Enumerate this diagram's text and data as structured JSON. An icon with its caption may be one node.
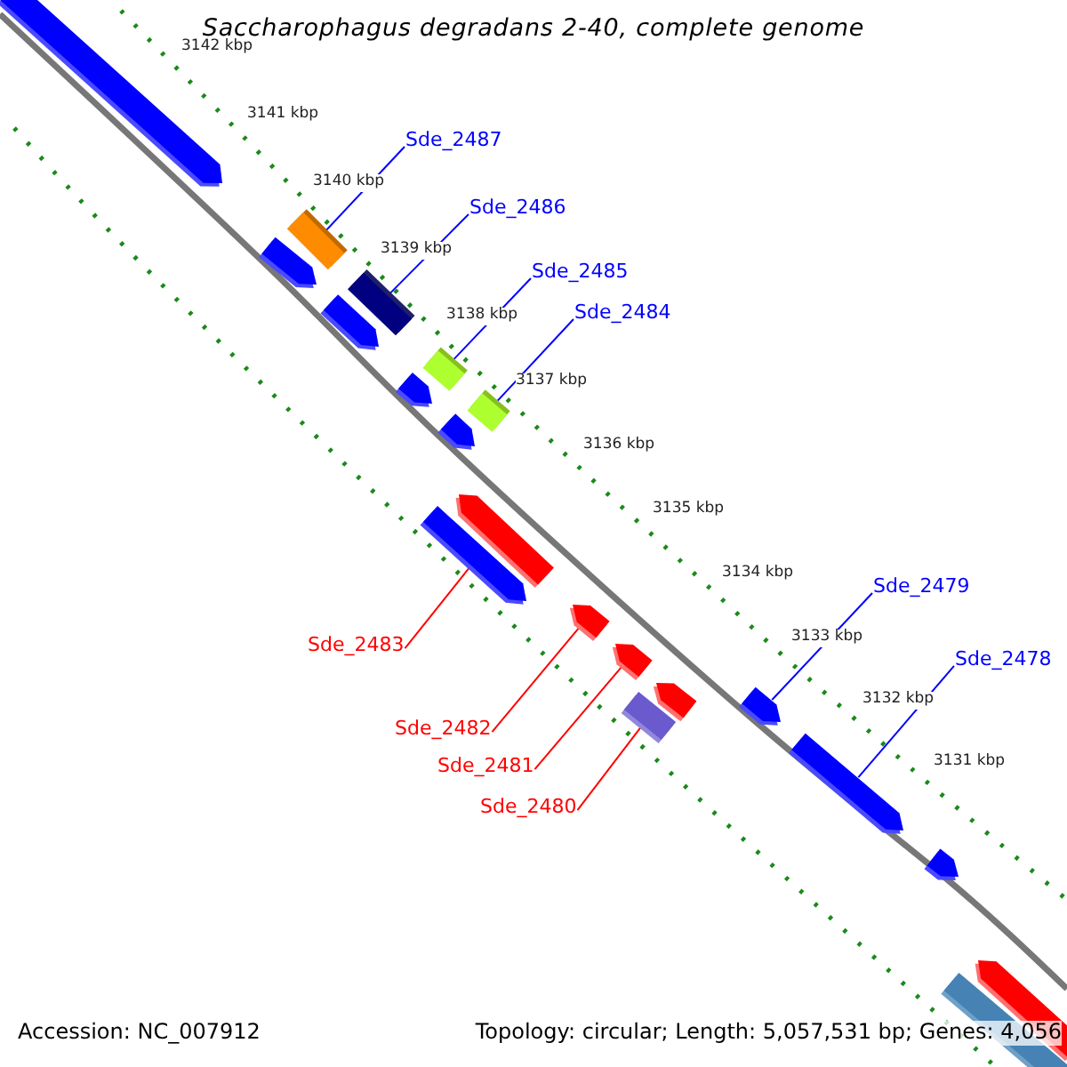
{
  "diagram": {
    "title": "Saccharophagus degradans 2-40, complete genome",
    "nodes": [
      {
        "text": [
          "Sde_2487"
        ]
      },
      {
        "text": [
          "Sde_2486"
        ]
      },
      {
        "text": [
          "Sde_2485"
        ]
      },
      {
        "text": [
          "Sde_2484"
        ]
      },
      {
        "text": [
          "Sde_2479"
        ]
      },
      {
        "text": [
          "Sde_2483"
        ]
      },
      {
        "text": [
          "Sde_2478"
        ]
      },
      {
        "text": [
          "Sde_2482"
        ]
      },
      {
        "text": [
          "Sde_2481"
        ]
      },
      {
        "text": [
          "Sde_2480"
        ]
      },
      {
        "text": [],
        "shape": "bar"
      },
      {
        "text": [],
        "shape": "bar"
      },
      {
        "text": [],
        "shape": "bar"
      },
      {
        "text": [],
        "shape": "bar"
      },
      {
        "text": [],
        "shape": "bar"
      },
      {
        "text": [],
        "shape": "bar"
      },
      {
        "text": [],
        "shape": "bar"
      },
      {
        "text": [],
        "shape": "bar"
      },
      {
        "text": [],
        "shape": "bar"
      },
      {
        "text": [],
        "shape": "bar"
      },
      {
        "text": [],
        "shape": "bar"
      },
      {
        "text": [],
        "shape": "bar"
      },
      {
        "text": [],
        "shape": "bar"
      },
      {
        "text": [],
        "shape": "bar"
      },
      {
        "text": [],
        "shape": "bar"
      },
      {
        "text": [],
        "shape": "bar"
      },
      {
        "text": [],
        "shape": "bar"
      },
      {
        "text": [],
        "shape": "bar"
      },
      {
        "text": [],
        "shape": "bar"
      },
      {
        "text": [],
        "shape": "bar"
      }
    ],
    "edges": [
      {
        "from": 0,
        "to": 11,
        "arrow": "none"
      },
      {
        "from": 1,
        "to": 13,
        "arrow": "none"
      },
      {
        "from": 2,
        "to": 15,
        "arrow": "none"
      },
      {
        "from": 3,
        "to": 17,
        "arrow": "none"
      },
      {
        "from": 4,
        "to": 24,
        "arrow": "none"
      },
      {
        "from": 5,
        "to": 20,
        "arrow": "none",
        "color": "#ff0000"
      },
      {
        "from": 6,
        "to": 26,
        "arrow": "none"
      },
      {
        "from": 7,
        "to": 21,
        "arrow": "none",
        "color": "#ff0000"
      },
      {
        "from": 8,
        "to": 22,
        "arrow": "none",
        "color": "#ff0000"
      },
      {
        "from": 9,
        "to": 25,
        "arrow": "none",
        "color": "#ff0000"
      }
    ],
    "labels": [
      "3142 kbp",
      "3141 kbp",
      "3140 kbp",
      "3139 kbp",
      "3138 kbp",
      "3137 kbp",
      "3136 kbp",
      "3135 kbp",
      "3134 kbp",
      "3133 kbp",
      "3132 kbp",
      "3131 kbp",
      "Accession: NC_007912",
      "Topology: circular; Length: 5,057,531 bp; Genes: 4,056"
    ]
  }
}
